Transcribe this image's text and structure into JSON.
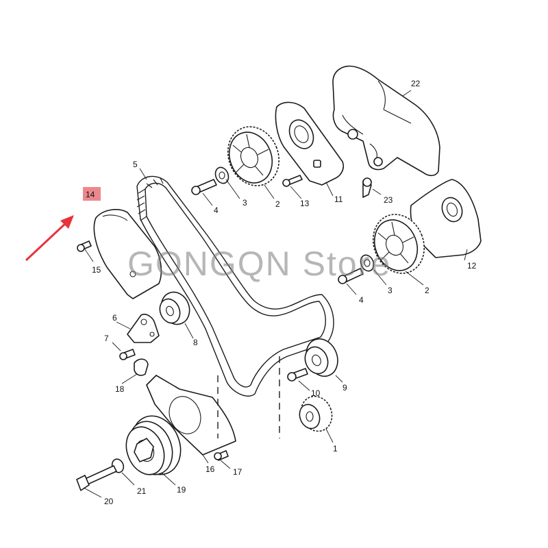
{
  "watermark": "GONGQN  Store",
  "highlight": {
    "label": "14",
    "box_color": "#e8737a",
    "arrow_color": "#e8323c"
  },
  "callouts": {
    "c1": "1",
    "c2a": "2",
    "c2b": "2",
    "c3a": "3",
    "c3b": "3",
    "c4a": "4",
    "c4b": "4",
    "c5": "5",
    "c6": "6",
    "c7": "7",
    "c8": "8",
    "c9": "9",
    "c10": "10",
    "c11": "11",
    "c12": "12",
    "c13": "13",
    "c15": "15",
    "c16": "16",
    "c17": "17",
    "c18": "18",
    "c19": "19",
    "c20": "20",
    "c21": "21",
    "c22": "22",
    "c23": "23"
  }
}
